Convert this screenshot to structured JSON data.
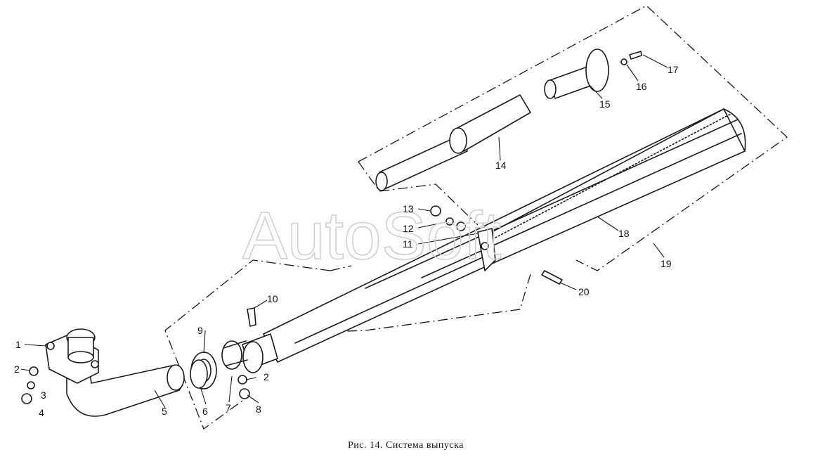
{
  "diagram": {
    "caption": "Рис. 14. Система выпуска",
    "watermark": "AutoSoft",
    "callouts": [
      "1",
      "2",
      "3",
      "4",
      "5",
      "6",
      "7",
      "8",
      "9",
      "10",
      "11",
      "12",
      "13",
      "14",
      "15",
      "16",
      "17",
      "18",
      "19",
      "20",
      "2"
    ]
  }
}
